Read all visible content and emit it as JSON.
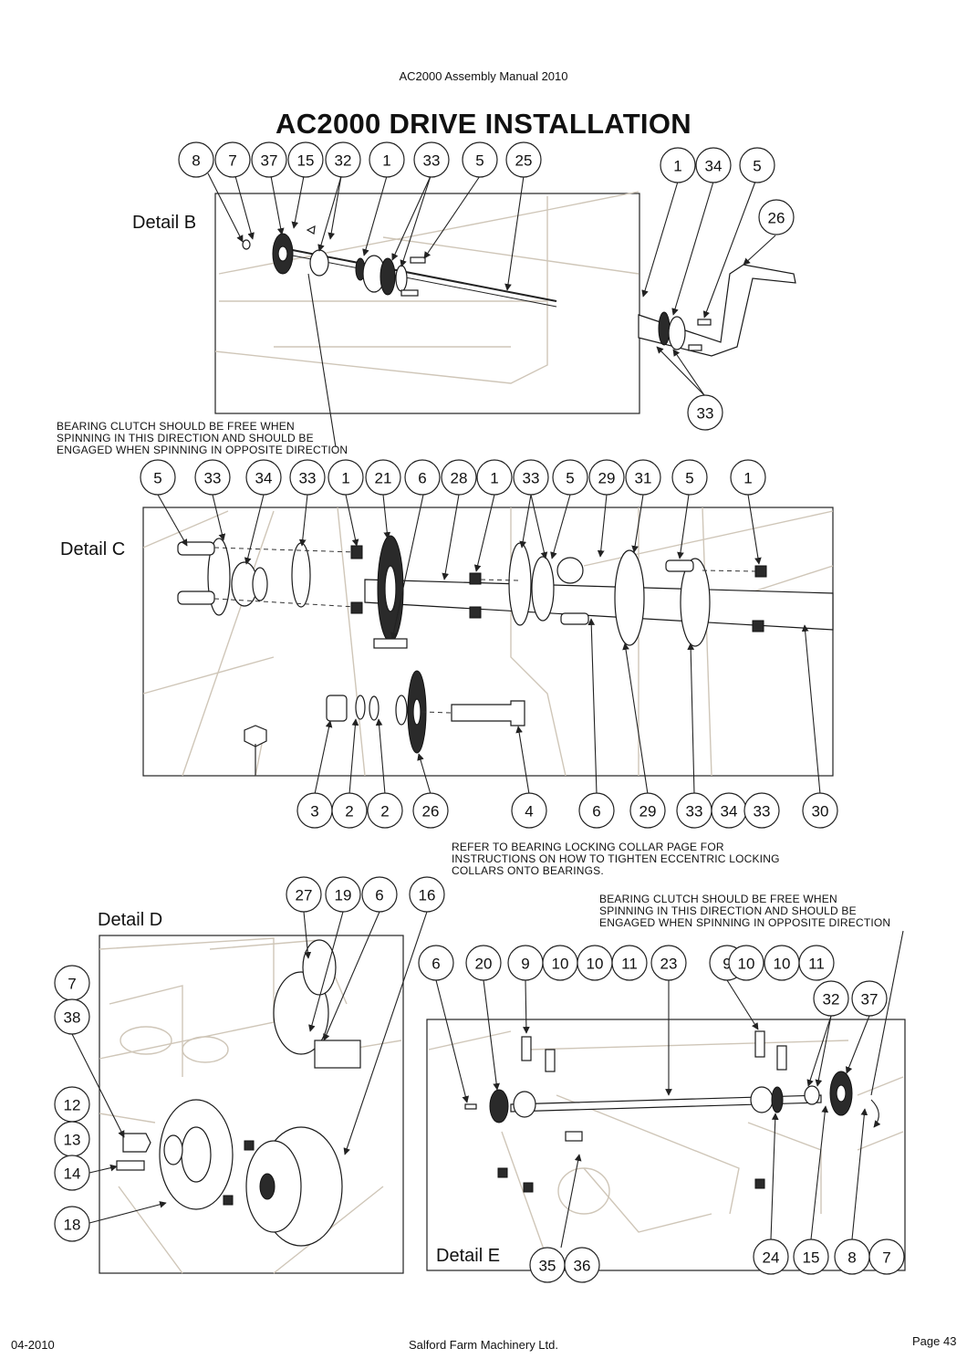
{
  "header": {
    "manual_title": "AC2000 Assembly Manual 2010"
  },
  "title": "AC2000 DRIVE INSTALLATION",
  "details": {
    "b": {
      "label": "Detail B",
      "balloons_top": [
        "8",
        "7",
        "37",
        "15",
        "32",
        "1",
        "33",
        "5",
        "25"
      ],
      "balloons_right": [
        "1",
        "34",
        "5",
        "26",
        "33"
      ]
    },
    "c": {
      "label": "Detail C",
      "balloons_top": [
        "5",
        "33",
        "34",
        "33",
        "1",
        "21",
        "6",
        "28",
        "1",
        "33",
        "5",
        "29",
        "31",
        "5",
        "1"
      ],
      "balloons_bottom": [
        "3",
        "2",
        "2",
        "26",
        "4",
        "6",
        "29",
        "33",
        "34",
        "33",
        "30"
      ]
    },
    "d": {
      "label": "Detail D",
      "balloons": [
        "27",
        "19",
        "6",
        "16",
        "7",
        "38",
        "12",
        "13",
        "14",
        "18"
      ]
    },
    "e": {
      "label": "Detail E",
      "balloons_top": [
        "6",
        "20",
        "9",
        "10",
        "10",
        "11",
        "23",
        "9",
        "10",
        "10",
        "11",
        "32",
        "37"
      ],
      "balloons_bottom": [
        "35",
        "36",
        "24",
        "15",
        "8",
        "7"
      ]
    }
  },
  "notes": {
    "clutch_note_1": [
      "BEARING CLUTCH SHOULD BE FREE WHEN",
      "SPINNING IN THIS DIRECTION AND SHOULD BE",
      "ENGAGED WHEN SPINNING IN OPPOSITE DIRECTION"
    ],
    "collar_note": [
      "REFER TO BEARING LOCKING COLLAR PAGE FOR",
      "INSTRUCTIONS ON HOW TO TIGHTEN ECCENTRIC LOCKING",
      "COLLARS ONTO BEARINGS."
    ],
    "clutch_note_2": [
      "BEARING CLUTCH SHOULD BE FREE WHEN",
      "SPINNING IN THIS DIRECTION AND SHOULD BE",
      "ENGAGED WHEN SPINNING IN OPPOSITE DIRECTION"
    ]
  },
  "footer": {
    "date": "04-2010",
    "company": "Salford Farm Machinery Ltd.",
    "page": "Page 43"
  }
}
